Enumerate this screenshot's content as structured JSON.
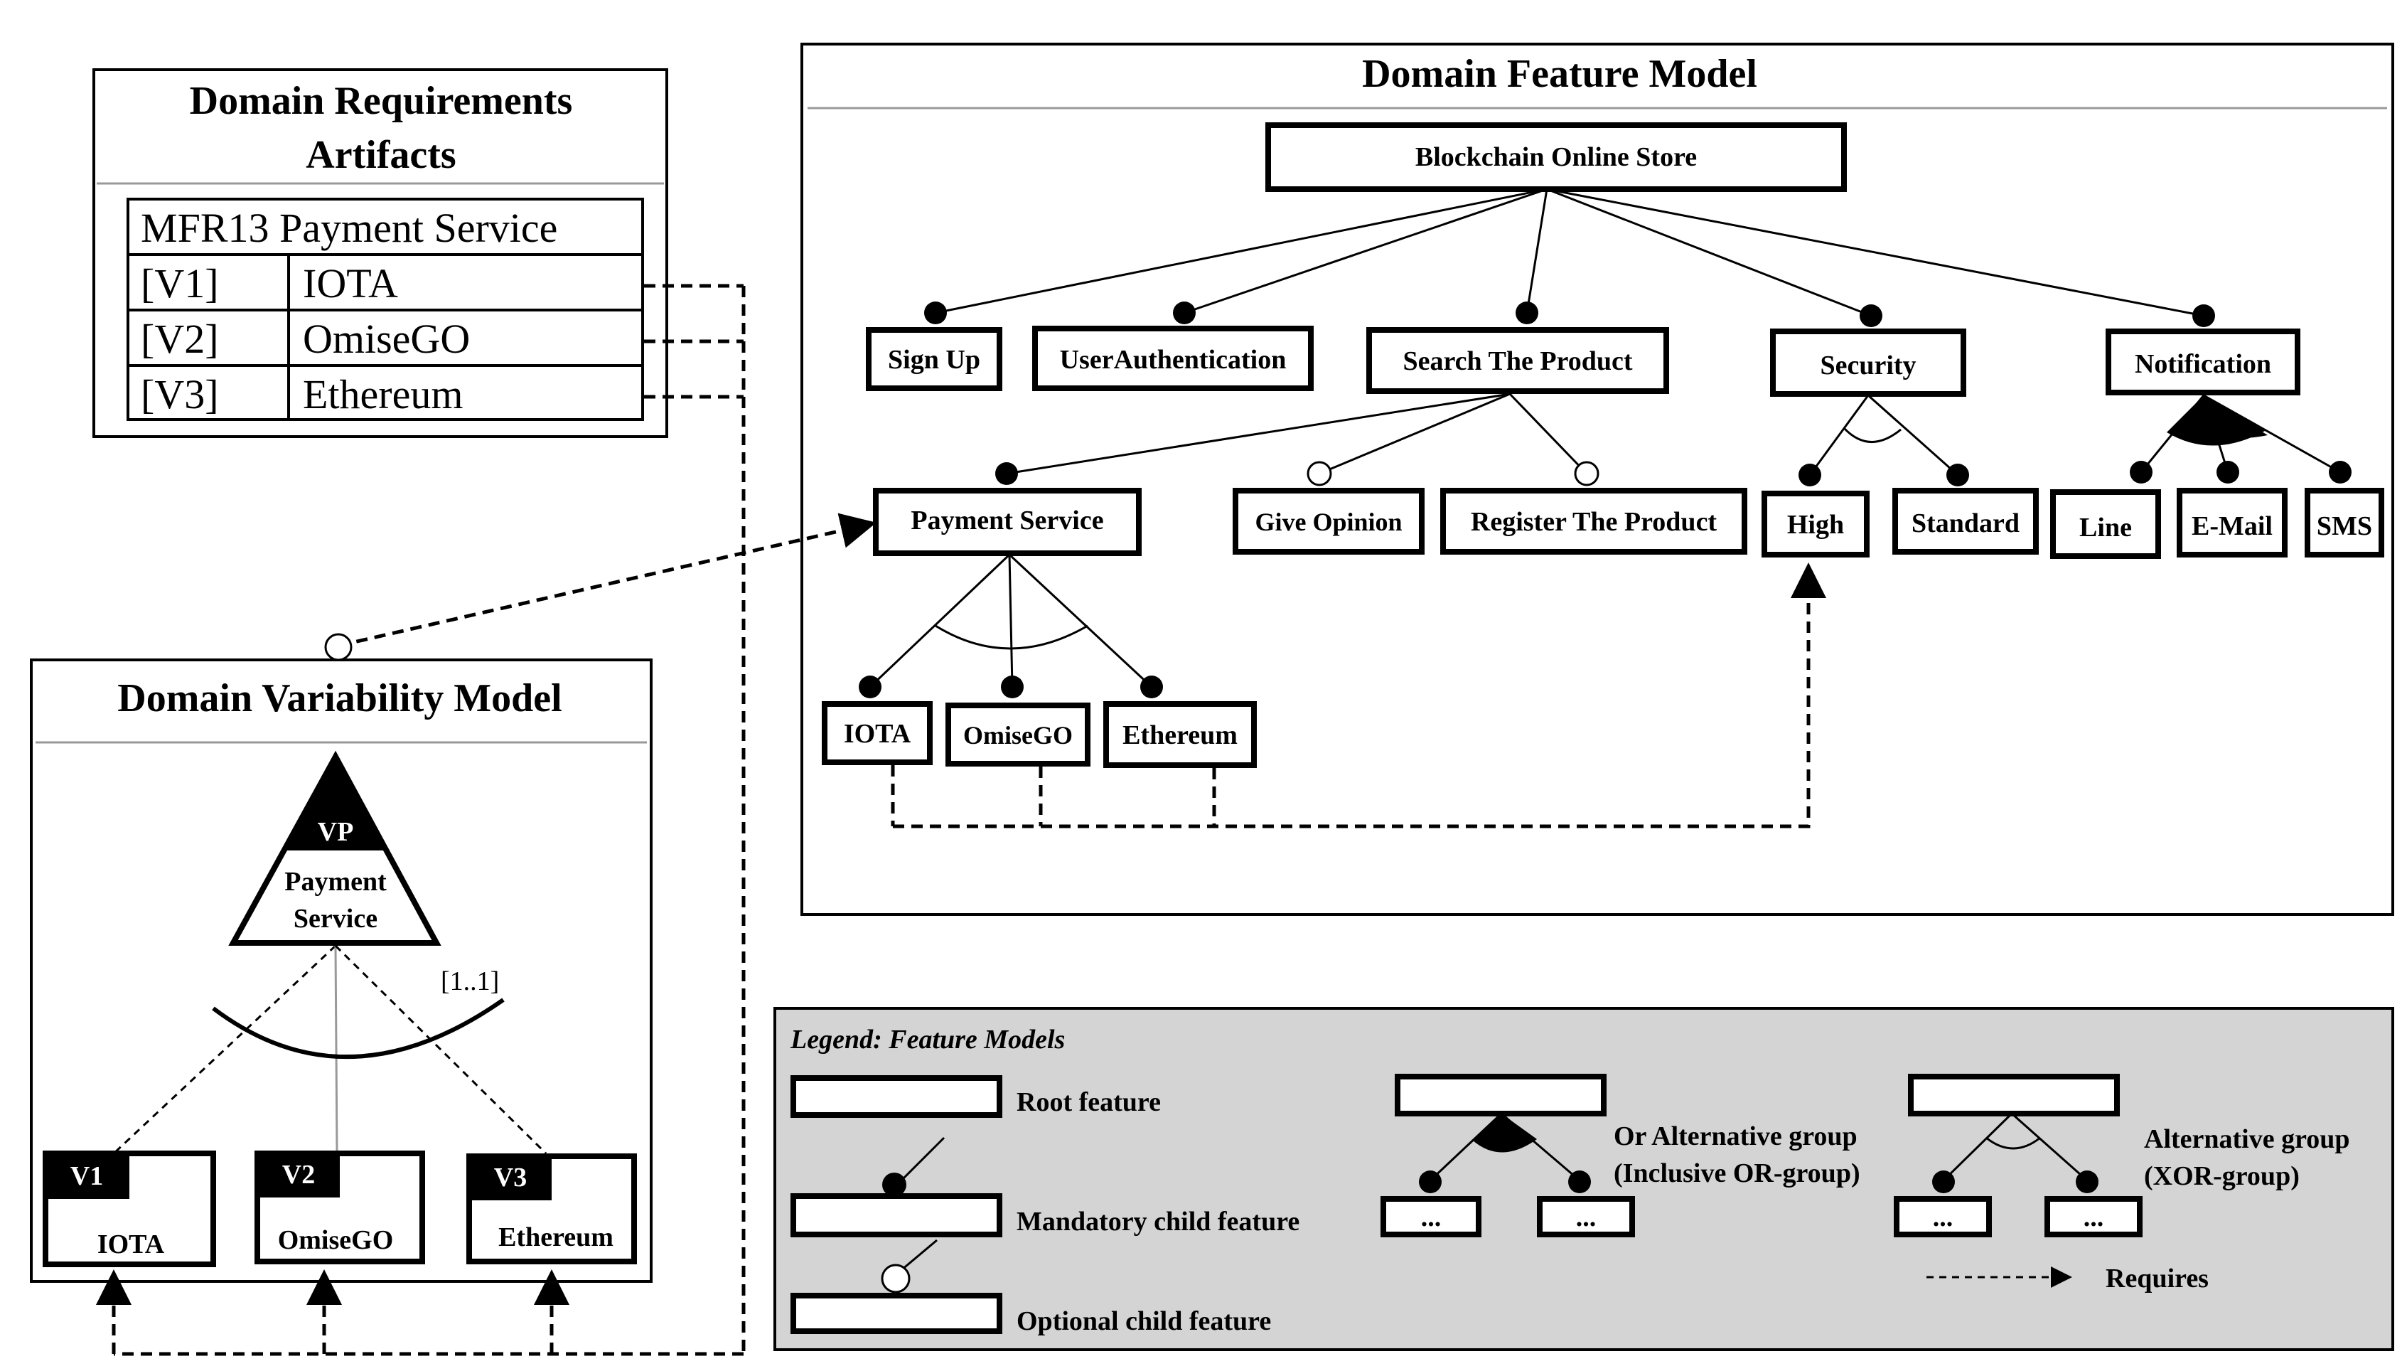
{
  "requirements": {
    "title_line1": "Domain Requirements",
    "title_line2": "Artifacts",
    "header": "MFR13 Payment Service",
    "rows": [
      {
        "id": "[V1]",
        "name": "IOTA"
      },
      {
        "id": "[V2]",
        "name": "OmiseGO"
      },
      {
        "id": "[V3]",
        "name": "Ethereum"
      }
    ]
  },
  "feature_model": {
    "title": "Domain Feature Model",
    "root": "Blockchain Online Store",
    "level1": [
      "Sign Up",
      "UserAuthentication",
      "Search The Product",
      "Security",
      "Notification"
    ],
    "search_children": [
      "Payment Service",
      "Give Opinion",
      "Register The Product"
    ],
    "payment_children": [
      "IOTA",
      "OmiseGO",
      "Ethereum"
    ],
    "security_children": [
      "High",
      "Standard"
    ],
    "notification_children": [
      "Line",
      "E-Mail",
      "SMS"
    ]
  },
  "variability_model": {
    "title": "Domain Variability Model",
    "vp_label": "VP",
    "vp_name_line1": "Payment",
    "vp_name_line2": "Service",
    "cardinality": "[1..1]",
    "variants": [
      {
        "tag": "V1",
        "name": "IOTA"
      },
      {
        "tag": "V2",
        "name": "OmiseGO"
      },
      {
        "tag": "V3",
        "name": "Ethereum"
      }
    ]
  },
  "legend": {
    "title": "Legend: Feature Models",
    "root": "Root feature",
    "mandatory": "Mandatory child feature",
    "optional": "Optional child feature",
    "or_group_line1": "Or Alternative group",
    "or_group_line2": "(Inclusive OR-group)",
    "xor_group_line1": "Alternative group",
    "xor_group_line2": "(XOR-group)",
    "ellipsis": "...",
    "requires": "Requires"
  },
  "colors": {
    "legend_bg": "#d4d4d4",
    "tag_bg": "#000000"
  }
}
